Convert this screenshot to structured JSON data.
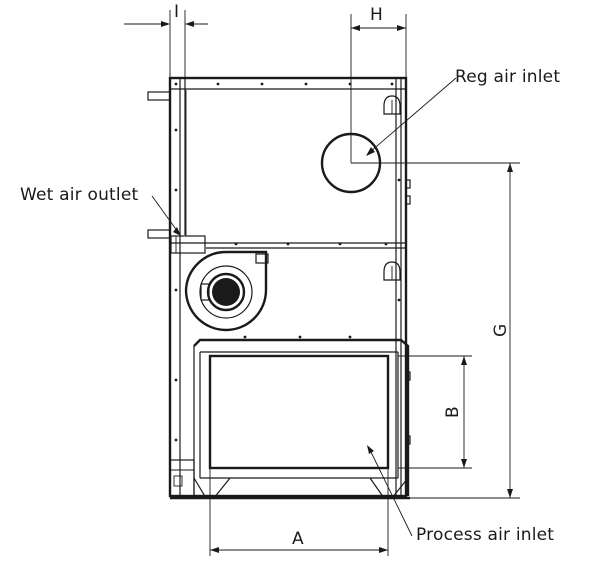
{
  "labels": {
    "reg_air_inlet": "Reg air inlet",
    "wet_air_outlet": "Wet air outlet",
    "process_air_inlet": "Process air inlet"
  },
  "dimensions": {
    "I": "I",
    "H": "H",
    "G": "G",
    "B": "B",
    "A": "A"
  }
}
